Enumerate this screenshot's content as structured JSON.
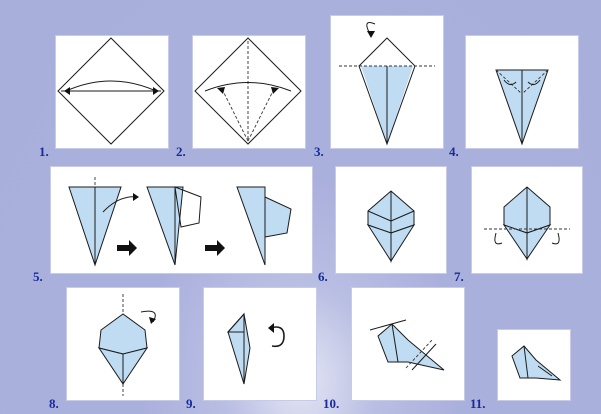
{
  "steps": [
    {
      "label": "1.",
      "name": "step-1"
    },
    {
      "label": "2.",
      "name": "step-2"
    },
    {
      "label": "3.",
      "name": "step-3"
    },
    {
      "label": "4.",
      "name": "step-4"
    },
    {
      "label": "5.",
      "name": "step-5"
    },
    {
      "label": "6.",
      "name": "step-6"
    },
    {
      "label": "7.",
      "name": "step-7"
    },
    {
      "label": "8.",
      "name": "step-8"
    },
    {
      "label": "9.",
      "name": "step-9"
    },
    {
      "label": "10.",
      "name": "step-10"
    },
    {
      "label": "11.",
      "name": "step-11"
    }
  ],
  "colors": {
    "background": "#aab0dc",
    "paper": "#bfdcf2",
    "label": "#1a2a9a"
  }
}
